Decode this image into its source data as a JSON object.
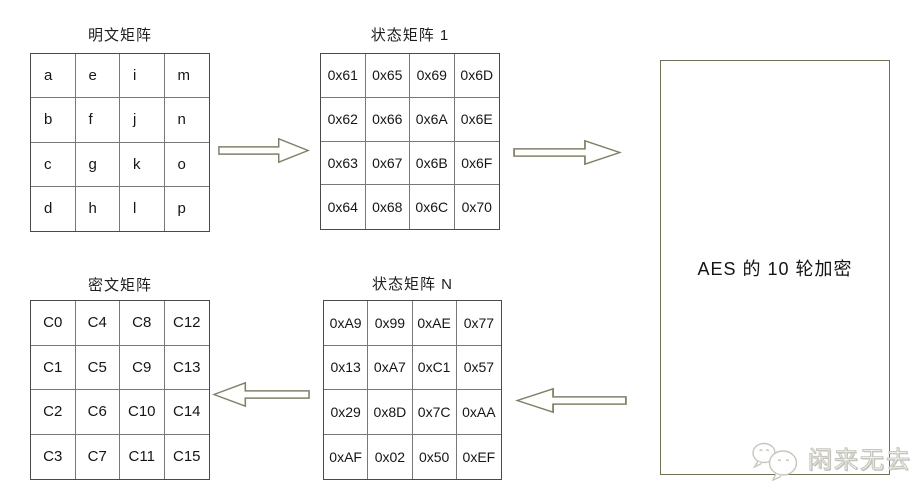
{
  "diagram": {
    "plaintext_matrix": {
      "title": "明文矩阵",
      "cells": [
        [
          "a",
          "e",
          "i",
          "m"
        ],
        [
          "b",
          "f",
          "j",
          "n"
        ],
        [
          "c",
          "g",
          "k",
          "o"
        ],
        [
          "d",
          "h",
          "l",
          "p"
        ]
      ]
    },
    "state_matrix_1": {
      "title": "状态矩阵 1",
      "cells": [
        [
          "0x61",
          "0x65",
          "0x69",
          "0x6D"
        ],
        [
          "0x62",
          "0x66",
          "0x6A",
          "0x6E"
        ],
        [
          "0x63",
          "0x67",
          "0x6B",
          "0x6F"
        ],
        [
          "0x64",
          "0x68",
          "0x6C",
          "0x70"
        ]
      ]
    },
    "state_matrix_n": {
      "title": "状态矩阵 N",
      "cells": [
        [
          "0xA9",
          "0x99",
          "0xAE",
          "0x77"
        ],
        [
          "0x13",
          "0xA7",
          "0xC1",
          "0x57"
        ],
        [
          "0x29",
          "0x8D",
          "0x7C",
          "0xAA"
        ],
        [
          "0xAF",
          "0x02",
          "0x50",
          "0xEF"
        ]
      ]
    },
    "ciphertext_matrix": {
      "title": "密文矩阵",
      "cells": [
        [
          "C0",
          "C4",
          "C8",
          "C12"
        ],
        [
          "C1",
          "C5",
          "C9",
          "C13"
        ],
        [
          "C2",
          "C6",
          "C10",
          "C14"
        ],
        [
          "C3",
          "C7",
          "C11",
          "C15"
        ]
      ]
    },
    "aes_box": {
      "label": "AES 的 10 轮加密"
    },
    "watermark": {
      "text": "闲来无去",
      "icon": "wechat-icon"
    },
    "colors": {
      "matrix_border": "#4a4a4a",
      "matrix_gridline": "#787878",
      "arrow_stroke": "#80806a",
      "aes_box_border": "#6f6f58",
      "text": "#1a1a1a",
      "watermark_gray": "#c6c6be"
    }
  }
}
